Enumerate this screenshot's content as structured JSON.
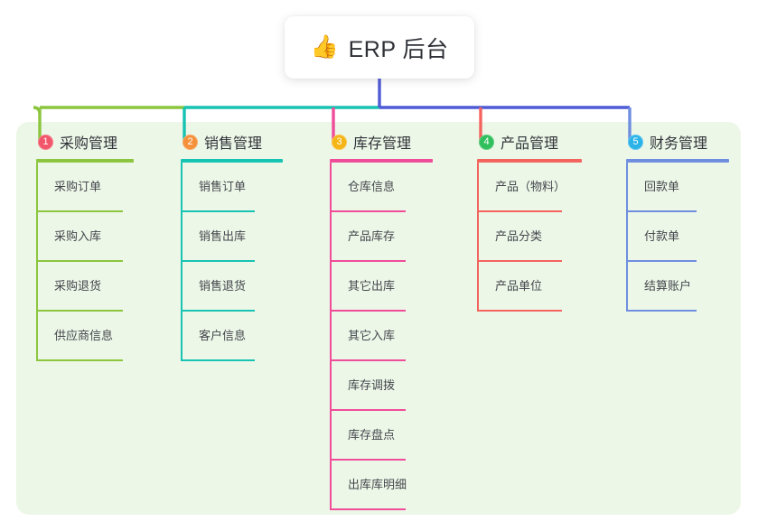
{
  "root": {
    "icon": "thumbs-up-icon",
    "emoji": "👍",
    "title": "ERP 后台"
  },
  "palette": {
    "panel_bg": "#edf7e8",
    "card_bg": "#ffffff",
    "root_stem": "#4f5bd5",
    "text": "#44474d",
    "title_text": "#31343a"
  },
  "columns": [
    {
      "number": "1",
      "title": "采购管理",
      "color": "#8cc63f",
      "badge_color": "#f2566a",
      "items": [
        "采购订单",
        "采购入库",
        "采购退货",
        "供应商信息"
      ]
    },
    {
      "number": "2",
      "title": "销售管理",
      "color": "#17c3b2",
      "badge_color": "#f5903b",
      "items": [
        "销售订单",
        "销售出库",
        "销售退货",
        "客户信息"
      ]
    },
    {
      "number": "3",
      "title": "库存管理",
      "color": "#ef4d9a",
      "badge_color": "#f5b516",
      "items": [
        "仓库信息",
        "产品库存",
        "其它出库",
        "其它入库",
        "库存调拨",
        "库存盘点",
        "出库库明细"
      ]
    },
    {
      "number": "4",
      "title": "产品管理",
      "color": "#f4645f",
      "badge_color": "#2fbf5c",
      "items": [
        "产品（物料）",
        "产品分类",
        "产品单位"
      ]
    },
    {
      "number": "5",
      "title": "财务管理",
      "color": "#6f8ee0",
      "badge_color": "#2bb3e8",
      "items": [
        "回款单",
        "付款单",
        "结算账户"
      ]
    }
  ]
}
